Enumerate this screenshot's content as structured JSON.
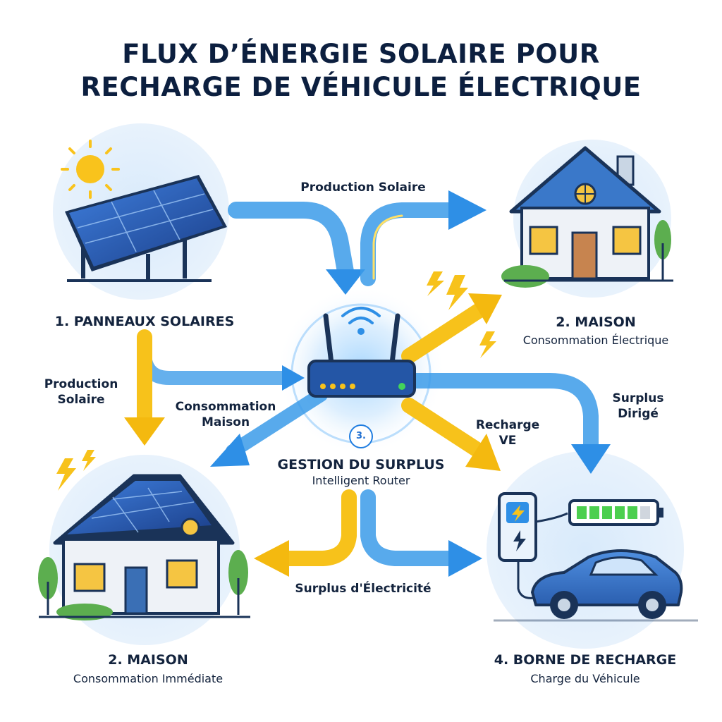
{
  "title": {
    "line1": "FLUX D’ÉNERGIE SOLAIRE POUR",
    "line2": "RECHARGE DE VÉHICULE ÉLECTRIQUE"
  },
  "nodes": {
    "panels": {
      "title": "1. PANNEAUX SOLAIRES",
      "icon": "solar-panel-icon"
    },
    "house_top": {
      "title": "2. MAISON",
      "subtitle": "Consommation Électrique",
      "icon": "house-icon"
    },
    "router": {
      "number": "3.",
      "title": "GESTION DU SURPLUS",
      "subtitle": "Intelligent Router",
      "icon": "router-icon"
    },
    "house_bottom": {
      "title": "2. MAISON",
      "subtitle": "Consommation Immédiate",
      "icon": "solar-house-icon"
    },
    "charger": {
      "title": "4. BORNE DE RECHARGE",
      "subtitle": "Charge du Véhicule",
      "icon": "ev-charger-icon"
    }
  },
  "flows": {
    "production_top": "Production Solaire",
    "production_left": [
      "Production",
      "Solaire"
    ],
    "consommation_maison": [
      "Consommation",
      "Maison"
    ],
    "recharge_ve": [
      "Recharge",
      "VE"
    ],
    "surplus_dirige": [
      "Surplus",
      "Dirigé"
    ],
    "surplus_electricite": "Surplus d'Électricité"
  },
  "colors": {
    "blue_flow": "#2e8fe6",
    "yellow_flow": "#f7c21b",
    "dark_navy": "#1a3358",
    "halo": "#dcecfa"
  }
}
